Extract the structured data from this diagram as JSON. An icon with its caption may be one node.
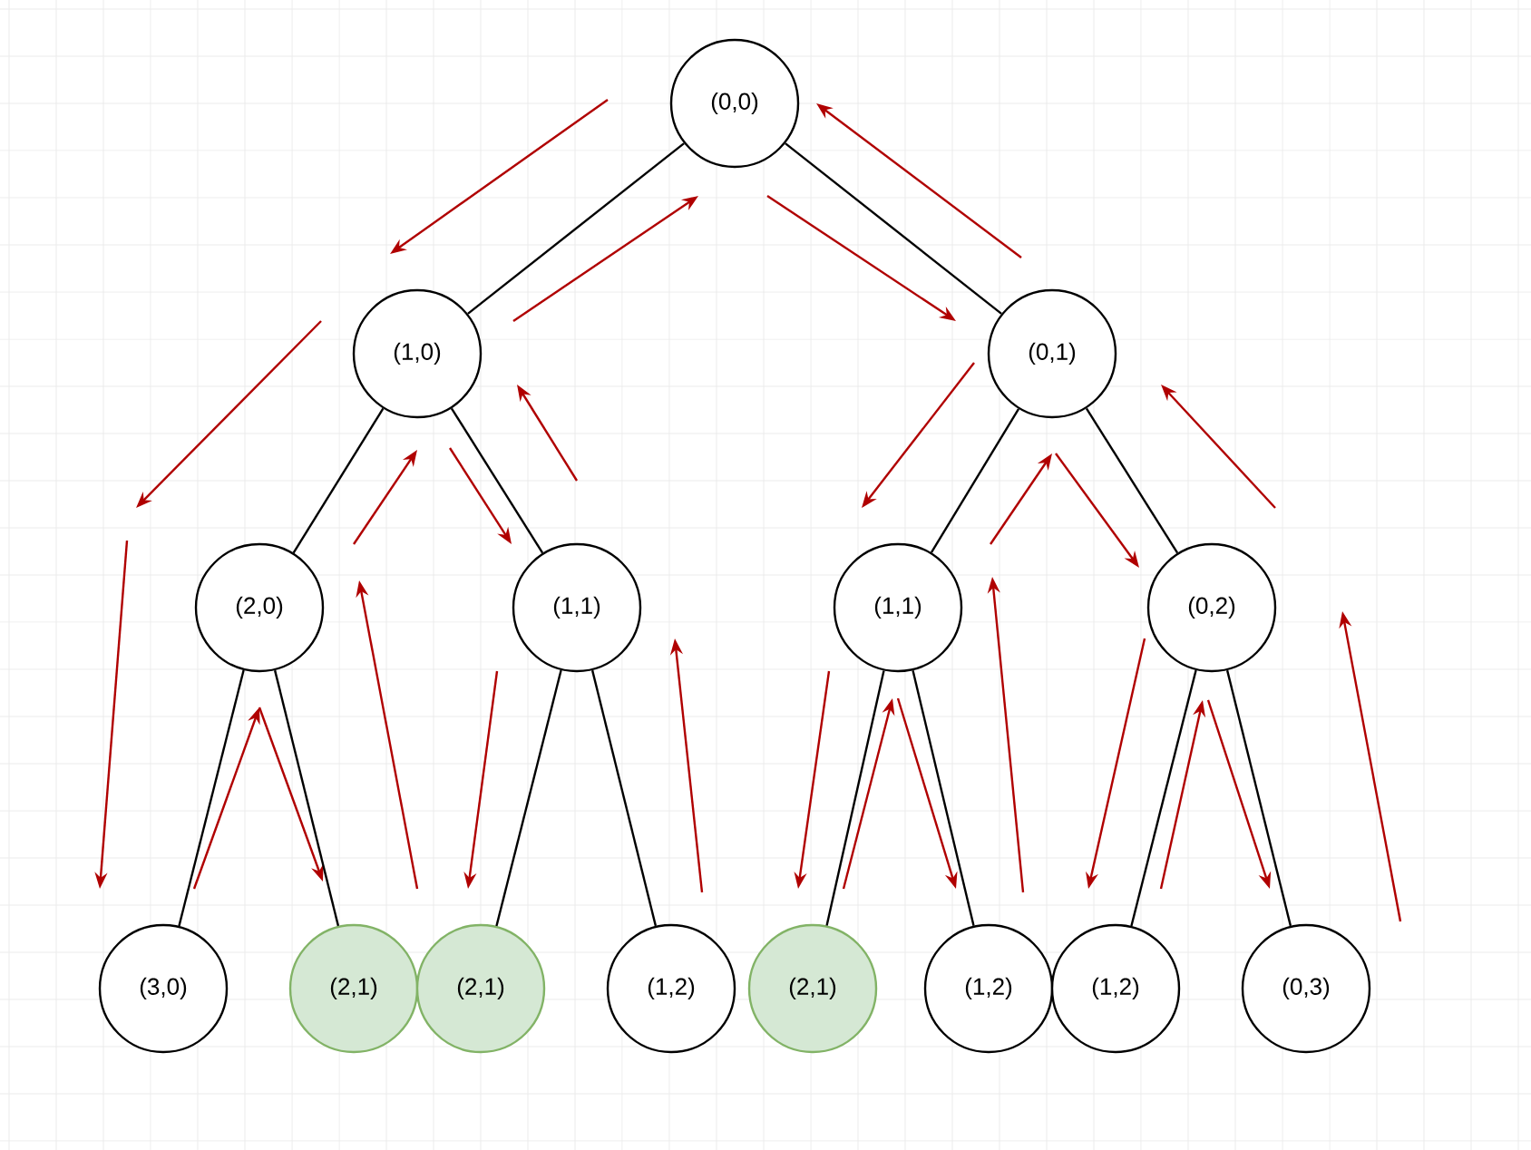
{
  "diagram": {
    "nodes": [
      {
        "text": [
          "(0,0)"
        ]
      },
      {
        "text": [
          "(1,0)"
        ]
      },
      {
        "text": [
          "(0,1)"
        ]
      },
      {
        "text": [
          "(2,0)"
        ]
      },
      {
        "text": [
          "(1,1)"
        ]
      },
      {
        "text": [
          "(1,1)"
        ]
      },
      {
        "text": [
          "(0,2)"
        ]
      },
      {
        "text": [
          "(3,0)"
        ]
      },
      {
        "text": [
          "(2,1)"
        ]
      },
      {
        "text": [
          "(2,1)"
        ]
      },
      {
        "text": [
          "(1,2)"
        ]
      },
      {
        "text": [
          "(2,1)"
        ]
      },
      {
        "text": [
          "(1,2)"
        ]
      },
      {
        "text": [
          "(1,2)"
        ]
      },
      {
        "text": [
          "(0,3)"
        ]
      }
    ],
    "edges": [
      {
        "from": 0,
        "to": 1,
        "arrow": "none"
      },
      {
        "from": 0,
        "to": 2,
        "arrow": "none"
      },
      {
        "from": 1,
        "to": 3,
        "arrow": "none"
      },
      {
        "from": 1,
        "to": 4,
        "arrow": "none"
      },
      {
        "from": 2,
        "to": 5,
        "arrow": "none"
      },
      {
        "from": 2,
        "to": 6,
        "arrow": "none"
      },
      {
        "from": 3,
        "to": 7,
        "arrow": "none"
      },
      {
        "from": 3,
        "to": 8,
        "arrow": "none"
      },
      {
        "from": 4,
        "to": 9,
        "arrow": "none"
      },
      {
        "from": 4,
        "to": 10,
        "arrow": "none"
      },
      {
        "from": 5,
        "to": 11,
        "arrow": "none"
      },
      {
        "from": 5,
        "to": 12,
        "arrow": "none"
      },
      {
        "from": 6,
        "to": 13,
        "arrow": "none"
      },
      {
        "from": 6,
        "to": 14,
        "arrow": "none"
      }
    ]
  }
}
